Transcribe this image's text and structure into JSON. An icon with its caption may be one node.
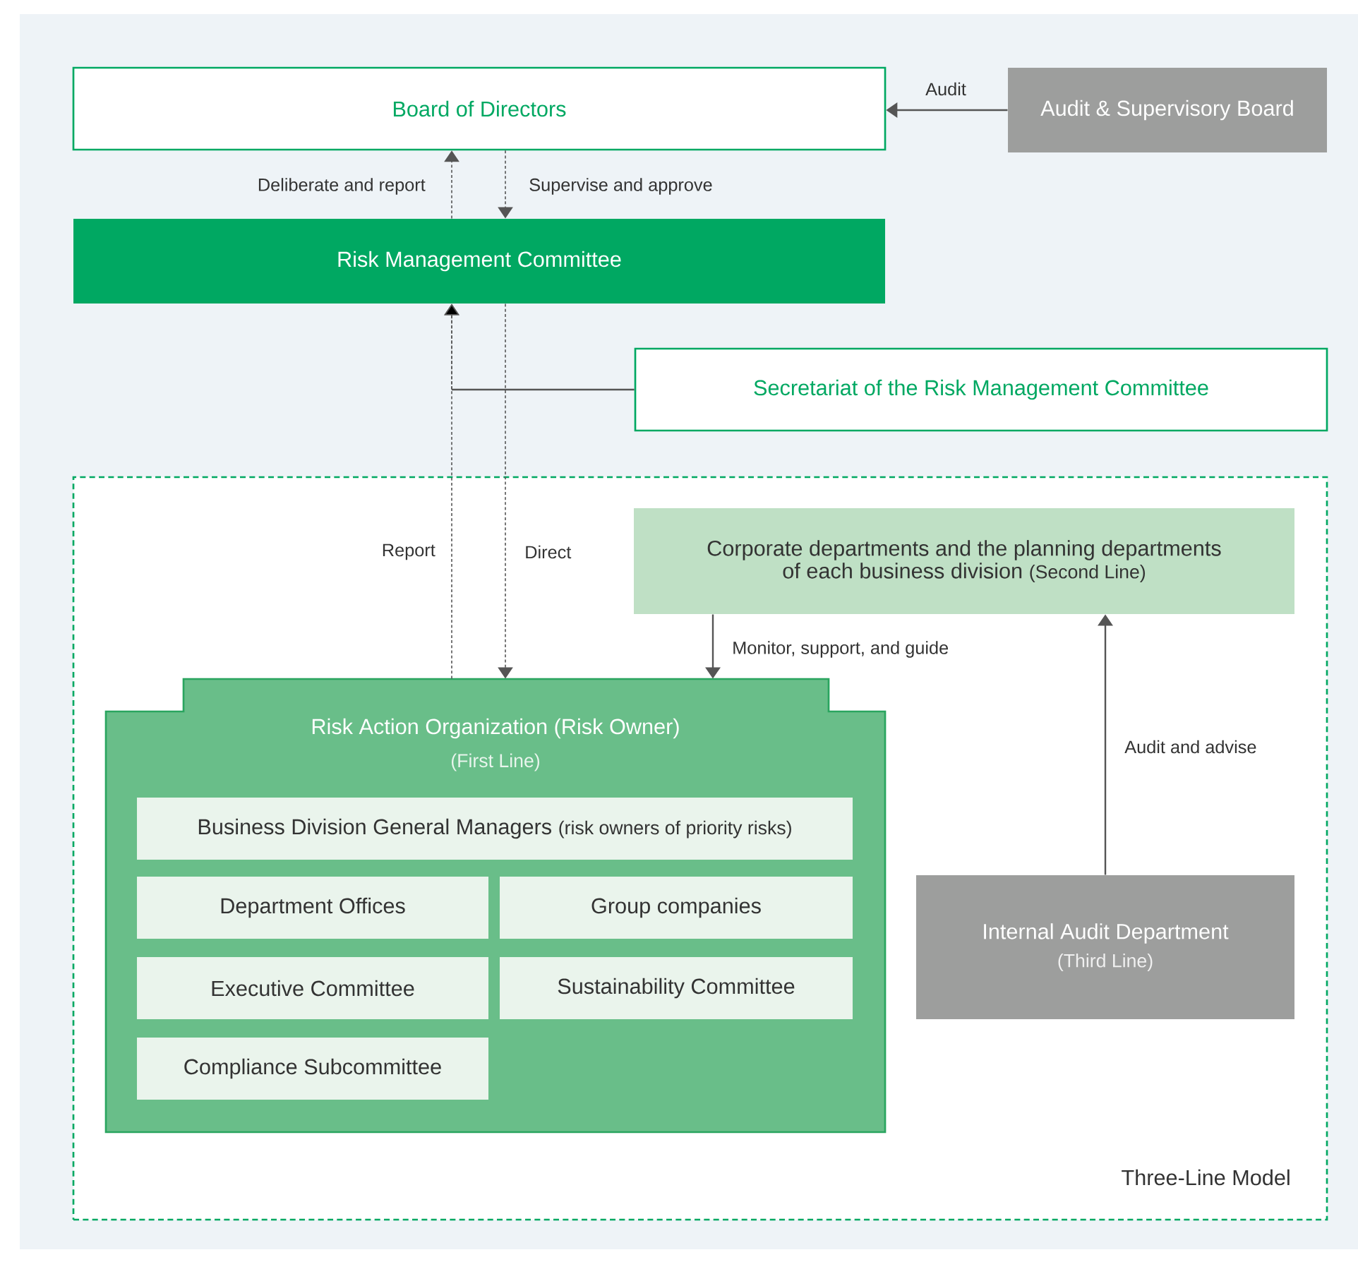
{
  "diagram": {
    "nodes": [
      {
        "text": [
          "Board of Directors"
        ]
      },
      {
        "text": [
          "Audit & Supervisory Board"
        ]
      },
      {
        "text": [
          "Risk Management Committee"
        ]
      },
      {
        "text": [
          "Secretariat of the Risk Management Committee"
        ]
      },
      {
        "text": [
          "Three-Line Model"
        ]
      },
      {
        "text": [
          "Corporate departments and the planning departments of each business division",
          "(Second Line)"
        ],
        "in": 4
      },
      {
        "text": [
          "Risk Action Organization (Risk Owner)",
          "(First Line)"
        ],
        "in": 4
      },
      {
        "text": [
          "Business Division General Managers",
          "(risk owners of priority risks)"
        ],
        "in": 6
      },
      {
        "text": [
          "Department Offices"
        ],
        "in": 6
      },
      {
        "text": [
          "Group companies"
        ],
        "in": 6
      },
      {
        "text": [
          "Executive Committee"
        ],
        "in": 6
      },
      {
        "text": [
          "Sustainability Committee"
        ],
        "in": 6
      },
      {
        "text": [
          "Compliance Subcommittee"
        ],
        "in": 6
      },
      {
        "text": [
          "Internal Audit Department",
          "(Third Line)"
        ],
        "in": 4
      }
    ],
    "edges": [
      {
        "from": 1,
        "to": 0,
        "arrow": "to",
        "label": "Audit"
      },
      {
        "from": 2,
        "to": 0,
        "arrow": "to",
        "label": "Deliberate and report",
        "style": "dashed"
      },
      {
        "from": 0,
        "to": 2,
        "arrow": "to",
        "label": "Supervise and approve",
        "style": "dashed"
      },
      {
        "from": 6,
        "to": 2,
        "arrow": "to",
        "label": "Report",
        "style": "dashed"
      },
      {
        "from": 2,
        "to": 6,
        "arrow": "to",
        "label": "Direct",
        "style": "dashed"
      },
      {
        "from": 3,
        "to": 2,
        "arrow": "to"
      },
      {
        "from": 5,
        "to": 6,
        "arrow": "to",
        "label": "Monitor, support, and guide"
      },
      {
        "from": 13,
        "to": 5,
        "arrow": "to",
        "label": "Audit and advise"
      }
    ]
  }
}
